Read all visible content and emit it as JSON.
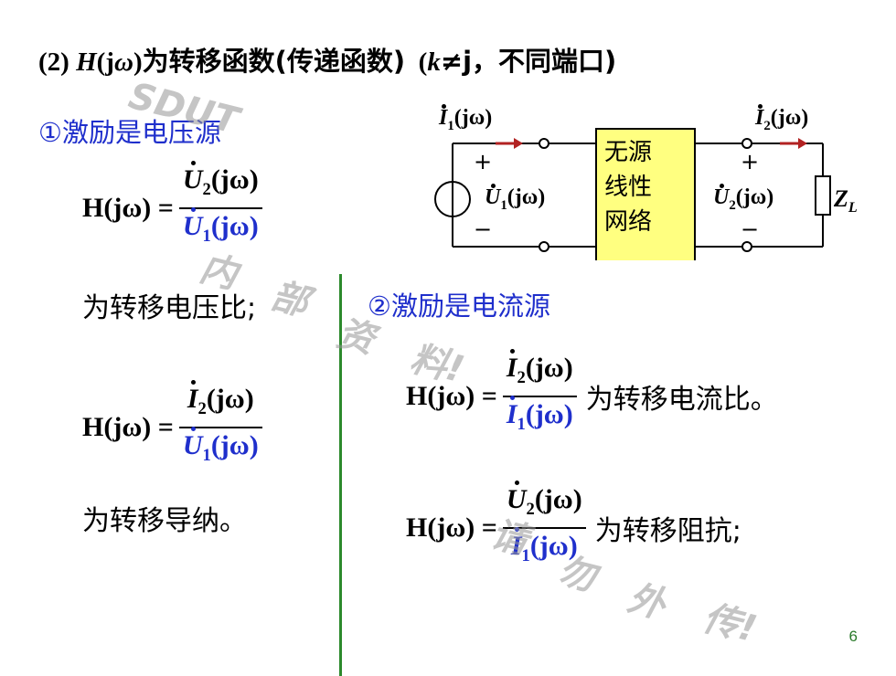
{
  "title": {
    "part_num": "(2) ",
    "H": "H",
    "paren": "(j",
    "omega": "ω",
    "close": ")",
    "text": "为转移函数(传递函数)",
    "cond_open": "(",
    "k": "k",
    "cond_rest": "≠j，不同端口)"
  },
  "section1": {
    "heading": "①激励是电压源",
    "eq1": {
      "lhs": "H(jω) =",
      "num": "U",
      "num_sub": "2",
      "num_arg": "(jω)",
      "den": "U",
      "den_sub": "1",
      "den_arg": "(jω)",
      "desc": "为转移电压比;"
    },
    "eq2": {
      "lhs": "H(jω) =",
      "num": "I",
      "num_sub": "2",
      "num_arg": "(jω)",
      "den": "U",
      "den_sub": "1",
      "den_arg": "(jω)",
      "desc": "为转移导纳。"
    }
  },
  "section2": {
    "heading": "②激励是电流源",
    "eq1": {
      "lhs": "H(jω) =",
      "num": "I",
      "num_sub": "2",
      "num_arg": "(jω)",
      "den": "I",
      "den_sub": "1",
      "den_arg": "(jω)",
      "desc": "为转移电流比。"
    },
    "eq2": {
      "lhs": "H(jω) =",
      "num": "U",
      "num_sub": "2",
      "num_arg": "(jω)",
      "den": "I",
      "den_sub": "1",
      "den_arg": "(jω)",
      "desc": "为转移阻抗;"
    }
  },
  "circuit": {
    "i1": "I",
    "i1_sub": "1",
    "i1_arg": "(jω)",
    "i2": "I",
    "i2_sub": "2",
    "i2_arg": "(jω)",
    "u1": "U",
    "u1_sub": "1",
    "u1_arg": "(jω)",
    "u2": "U",
    "u2_sub": "2",
    "u2_arg": "(jω)",
    "plus": "+",
    "minus": "−",
    "network_line1": "无源",
    "network_line2": "线性",
    "network_line3": "网络",
    "zl": "Z",
    "zl_sub": "L"
  },
  "watermarks": {
    "sdut": "SDUT",
    "c1": "内",
    "c2": "部",
    "c3": "资",
    "c4": "料!",
    "c5": "请",
    "c6": "勿",
    "c7": "外",
    "c8": "传!"
  },
  "page_number": "6",
  "colors": {
    "blue_text": "#1f2fcc",
    "divider": "#2c8a2c",
    "network_fill": "#ffff80",
    "arrow": "#b22222"
  }
}
